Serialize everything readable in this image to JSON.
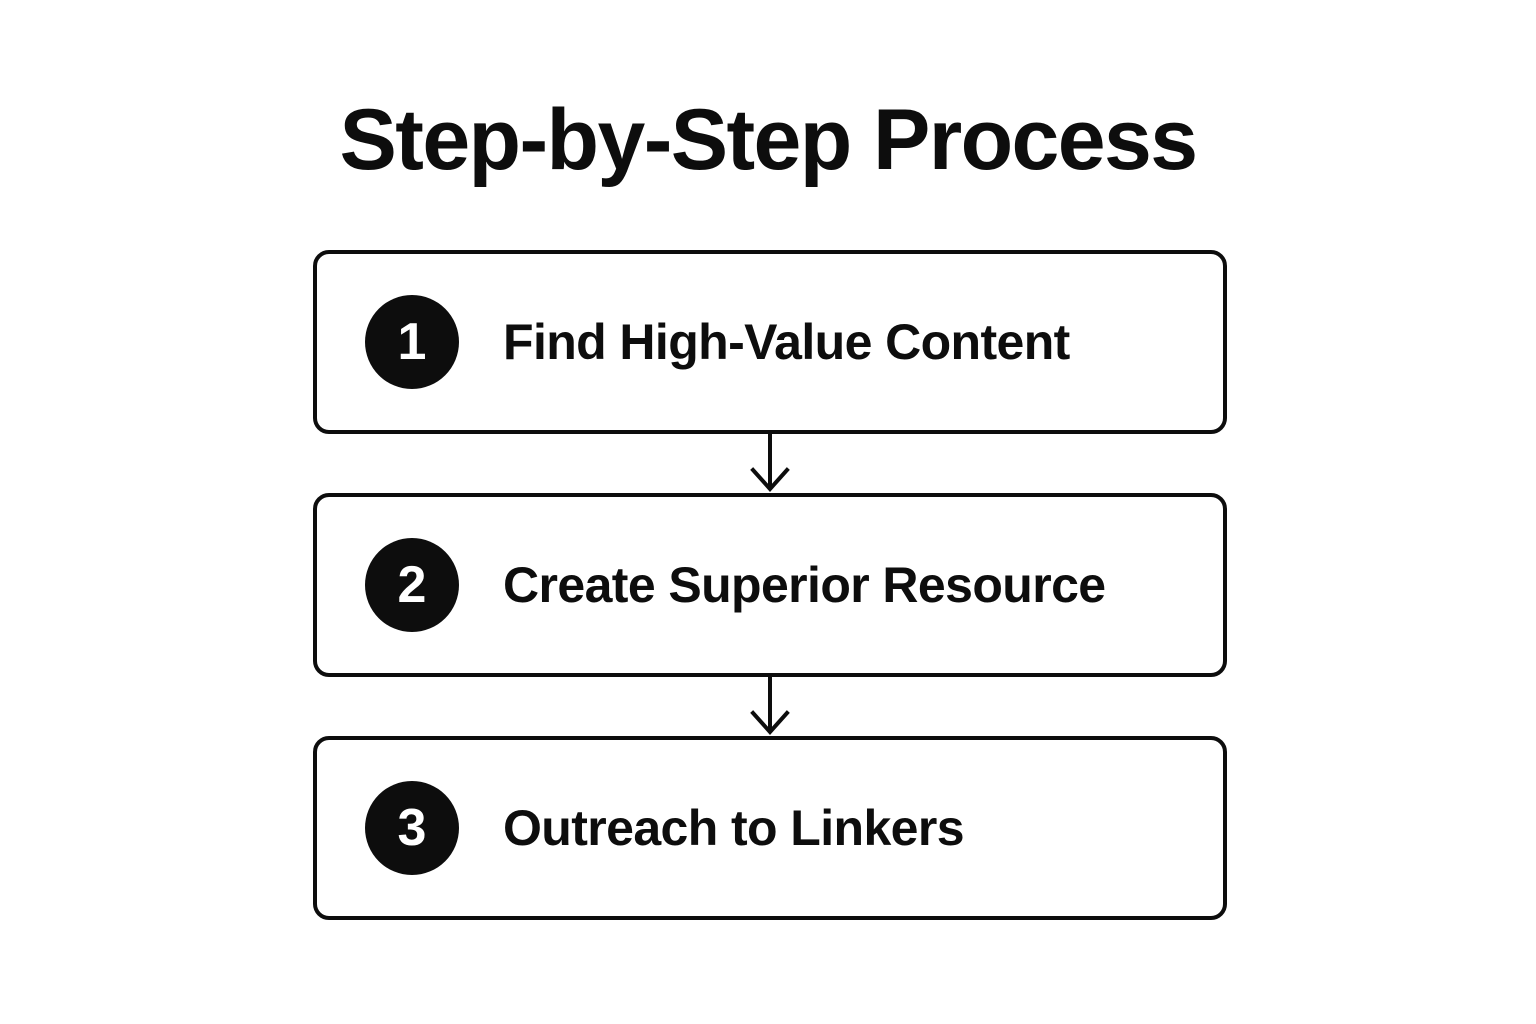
{
  "page": {
    "title": "Step-by-Step Process",
    "background_color": "#ffffff",
    "ink_color": "#0d0d0d"
  },
  "diagram": {
    "type": "vertical-flowchart",
    "orientation": "top-to-bottom",
    "step_count": 3,
    "steps": [
      {
        "number": "1",
        "label": "Find High-Value Content"
      },
      {
        "number": "2",
        "label": "Create Superior Resource"
      },
      {
        "number": "3",
        "label": "Outreach to Linkers"
      }
    ],
    "connectors": [
      {
        "from": "1",
        "to": "2",
        "icon": "down-arrow-icon"
      },
      {
        "from": "2",
        "to": "3",
        "icon": "down-arrow-icon"
      }
    ]
  }
}
